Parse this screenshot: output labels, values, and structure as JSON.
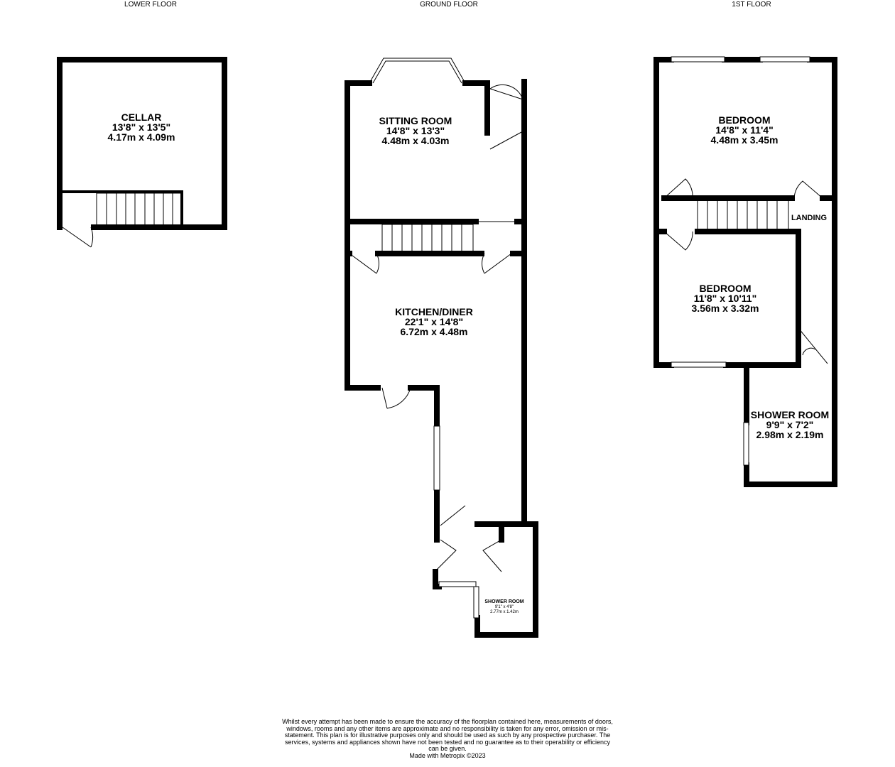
{
  "floors": {
    "lower": "LOWER FLOOR",
    "ground": "GROUND FLOOR",
    "first": "1ST FLOOR"
  },
  "rooms": {
    "cellar": {
      "name": "CELLAR",
      "imperial": "13'8\"  x 13'5\"",
      "metric": "4.17m  x 4.09m"
    },
    "sitting": {
      "name": "SITTING ROOM",
      "imperial": "14'8\"  x 13'3\"",
      "metric": "4.48m  x 4.03m"
    },
    "kitchen": {
      "name": "KITCHEN/DINER",
      "imperial": "22'1\"  x 14'8\"",
      "metric": "6.72m  x 4.48m"
    },
    "shower_ground": {
      "name": "SHOWER ROOM",
      "imperial": "9'1\"  x 4'8\"",
      "metric": "2.77m  x 1.42m"
    },
    "bedroom1": {
      "name": "BEDROOM",
      "imperial": "14'8\"  x 11'4\"",
      "metric": "4.48m  x 3.45m"
    },
    "landing": {
      "name": "LANDING"
    },
    "bedroom2": {
      "name": "BEDROOM",
      "imperial": "11'8\"  x 10'11\"",
      "metric": "3.56m  x 3.32m"
    },
    "shower_first": {
      "name": "SHOWER ROOM",
      "imperial": "9'9\"  x 7'2\"",
      "metric": "2.98m  x 2.19m"
    }
  },
  "disclaimer": "Whilst every attempt has been made to ensure the accuracy of the floorplan contained here, measurements of doors, windows, rooms and any other items are approximate and no responsibility is taken for any error, omission or mis-statement. This plan is for illustrative purposes only and should be used as such by any prospective purchaser. The services, systems and appliances shown have not been tested and no guarantee as to their operability or efficiency can be given.",
  "credit": "Made with Metropix ©2023"
}
